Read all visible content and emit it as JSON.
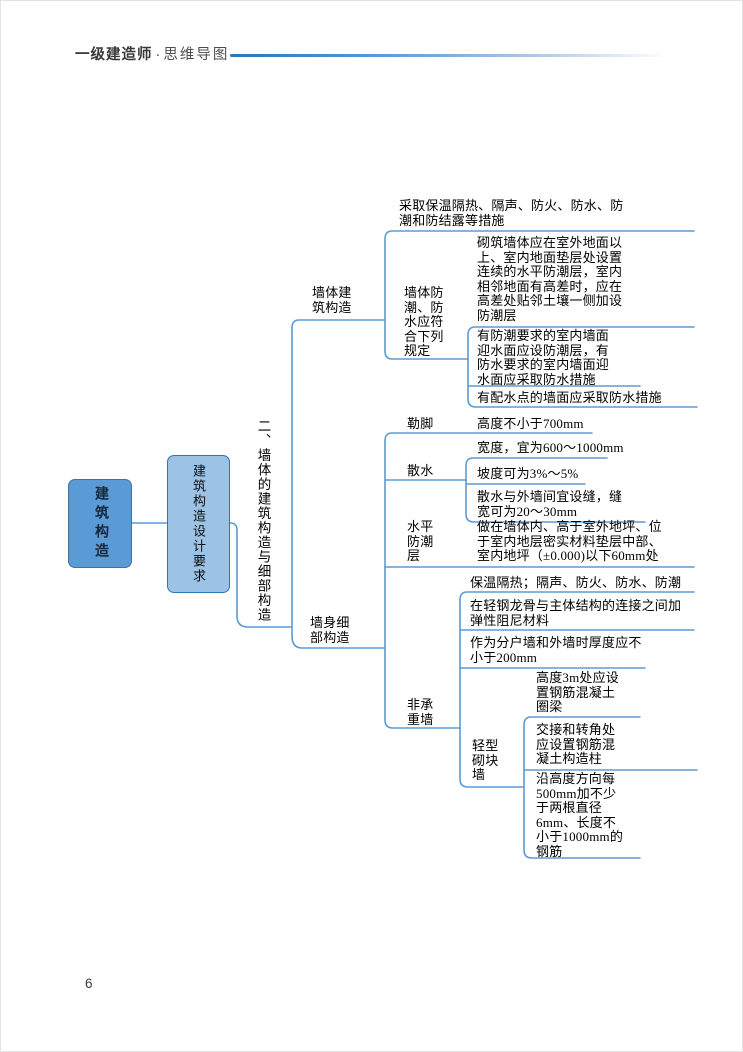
{
  "colors": {
    "accent_line": "#5b9bd5",
    "root_fill": "#5b9bd5",
    "root_border": "#41719c",
    "level2_fill": "#9cc3e5",
    "level2_border": "#2e75b6",
    "header_rule_start": "#2e74b5"
  },
  "header": {
    "brand": "一级建造师",
    "separator": "·",
    "title": "思维导图"
  },
  "footer": {
    "page_number": "6"
  },
  "mindmap": {
    "root": "建筑构造",
    "design_requirements": "建筑构造设计要求",
    "section_title": "二、墙体的建筑构造与细部构造",
    "wall_construction": {
      "label": "墙体建筑构造",
      "insulation_measures": "采取保温隔热、隔声、防火、防水、防潮和防结露等措施",
      "moisture_rule": {
        "label": "墙体防潮、防水应符合下列规定",
        "items": [
          "砌筑墙体应在室外地面以上、室内地面垫层处设置连续的水平防潮层，室内相邻地面有高差时，应在高差处贴邻土壤一侧加设防潮层",
          "有防潮要求的室内墙面迎水面应设防潮层，有防水要求的室内墙面迎水面应采取防水措施",
          "有配水点的墙面应采取防水措施"
        ]
      }
    },
    "wall_details": {
      "label": "墙身细部构造",
      "plinth": {
        "label": "勒脚",
        "item": "高度不小于700mm"
      },
      "apron": {
        "label": "散水",
        "items": [
          "宽度，宜为600～1000mm",
          "坡度可为3%～5%",
          "散水与外墙间宜设缝，缝宽可为20～30mm"
        ]
      },
      "dpc": {
        "label": "水平防潮层",
        "item": "做在墙体内、高于室外地坪、位于室内地层密实材料垫层中部、室内地坪（±0.000)以下60mm处"
      },
      "nonbearing": {
        "label": "非承重墙",
        "items": [
          "保温隔热；隔声、防火、防水、防潮",
          "在轻钢龙骨与主体结构的连接之间加弹性阻尼材料",
          "作为分户墙和外墙时厚度应不小于200mm"
        ],
        "light_block_wall": {
          "label": "轻型砌块墙",
          "items": [
            "高度3m处应设置钢筋混凝土圈梁",
            "交接和转角处应设置钢筋混凝土构造柱",
            "沿高度方向每500mm加不少于两根直径6mm、长度不小于1000mm的钢筋"
          ]
        }
      }
    }
  }
}
